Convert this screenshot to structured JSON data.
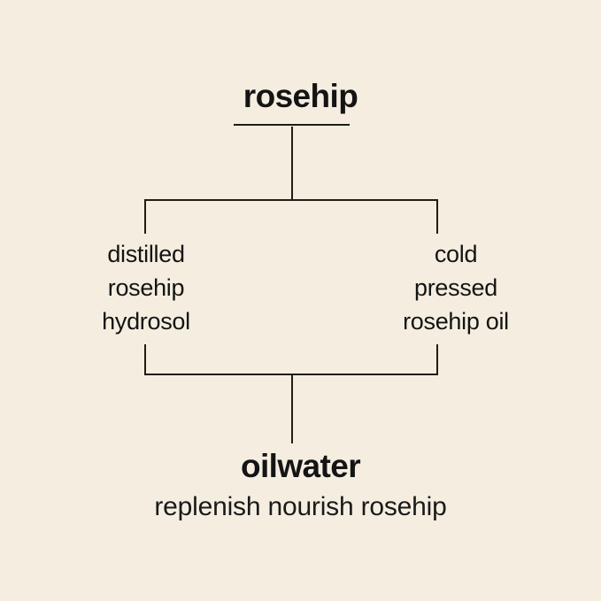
{
  "diagram": {
    "type": "flow-tree",
    "background_color": "#f5eee0",
    "line_color": "#1f1d16",
    "text_color": "#141414",
    "root": {
      "label": "rosehip",
      "underlined": true
    },
    "branches": [
      {
        "id": "left",
        "label": "distilled\nrosehip\nhydrosol",
        "lines": [
          "distilled",
          "rosehip",
          "hydrosol"
        ]
      },
      {
        "id": "right",
        "label": "cold\npressed\nrosehip oil",
        "lines": [
          "cold",
          "pressed",
          "rosehip oil"
        ]
      }
    ],
    "result": {
      "label": "oilwater",
      "tagline": "replenish nourish rosehip"
    }
  }
}
